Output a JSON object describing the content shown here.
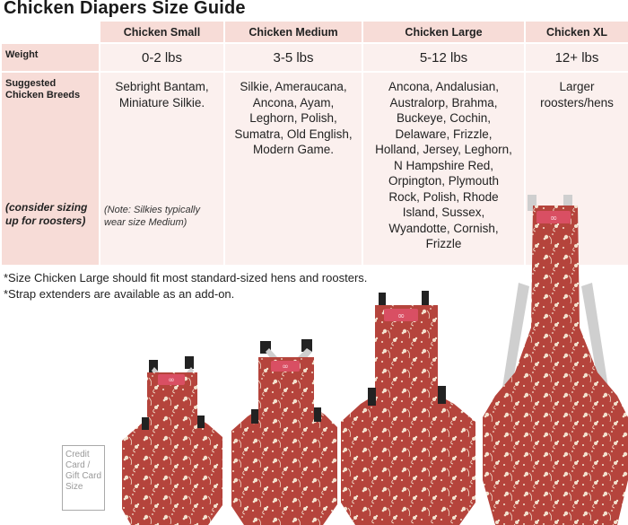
{
  "title": "Chicken Diapers Size Guide",
  "headers": [
    "Chicken Small",
    "Chicken Medium",
    "Chicken Large",
    "Chicken XL"
  ],
  "weight_label": "Weight",
  "weights": [
    "0-2 lbs",
    "3-5 lbs",
    "5-12 lbs",
    "12+ lbs"
  ],
  "breeds_label_line1": "Suggested",
  "breeds_label_line2": "Chicken Breeds",
  "rooster_note_line1": "(consider sizing",
  "rooster_note_line2": "up for roosters)",
  "breeds": [
    [
      "Sebright Bantam,",
      "Miniature Silkie."
    ],
    [
      "Silkie, Ameraucana,",
      "Ancona, Ayam,",
      "Leghorn, Polish,",
      "Sumatra, Old English,",
      "Modern Game."
    ],
    [
      "Ancona, Andalusian,",
      "Australorp, Brahma,",
      "Buckeye, Cochin,",
      "Delaware, Frizzle,",
      "Holland, Jersey, Leghorn,",
      "N Hampshire Red,",
      "Orpington, Plymouth",
      "Rock, Polish, Rhode",
      "Island, Sussex,",
      "Wyandotte, Cornish,",
      "Frizzle"
    ],
    [
      "Larger",
      "roosters/hens"
    ]
  ],
  "silkie_note_line1": "(Note: Silkies typically",
  "silkie_note_line2": "wear size Medium)",
  "footnotes": [
    "*Size Chicken Large should fit most standard-sized hens and roosters.",
    "*Strap extenders are available as an add-on."
  ],
  "badge": [
    "Credit",
    "Card /",
    "Gift Card",
    "Size"
  ],
  "colors": {
    "header_bg": "#f7dcd7",
    "body_bg": "#fbf0ee",
    "fabric": "#b5443c",
    "flower": "#f3e2cf",
    "strap": "#cfcfcf",
    "buckle": "#222222",
    "logo_patch": "#d94f63"
  }
}
